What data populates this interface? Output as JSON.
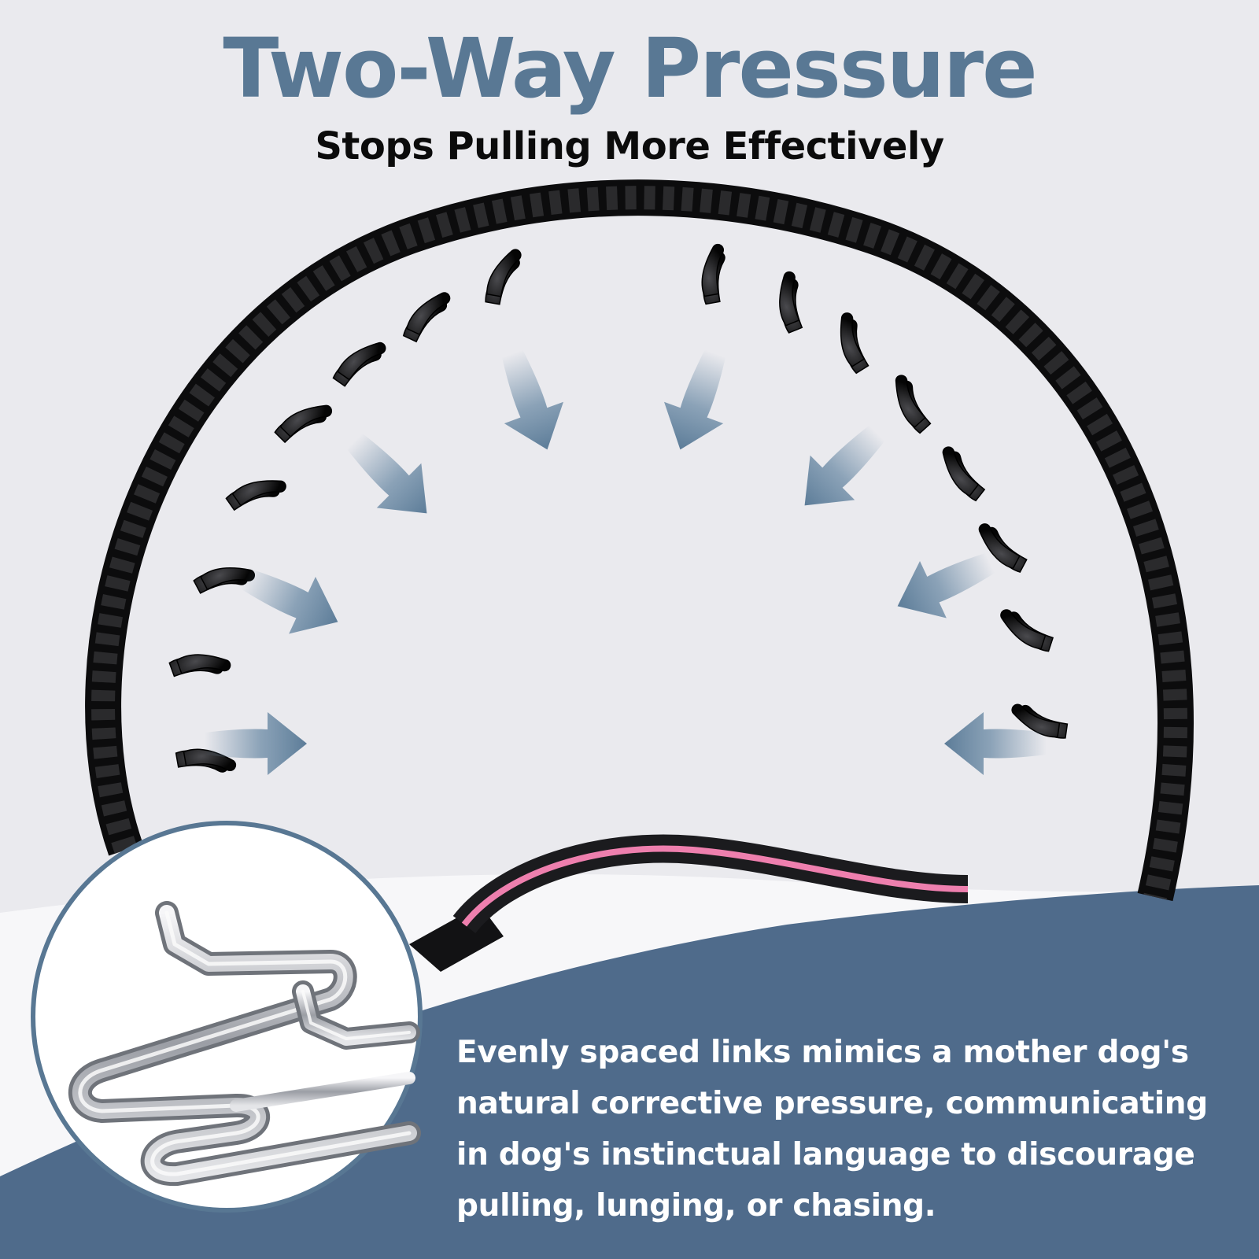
{
  "headline": "Two-Way Pressure",
  "subhead": "Stops Pulling More Effectively",
  "description": "Evenly spaced links mimics a mother dog's natural corrective pressure, communicating in dog's instinctual language to discourage pulling, lunging, or chasing.",
  "colors": {
    "accent": "#597894",
    "panel": "#4f6b8b",
    "background": "#eaeaee",
    "strap": "#0c0c0d",
    "handle_stripe": "#ee7fae"
  },
  "icons": {
    "main_image": "prong-collar-image",
    "detail_image": "steel-link-closeup-icon",
    "arrows": "inward-pressure-arrow-icon"
  }
}
